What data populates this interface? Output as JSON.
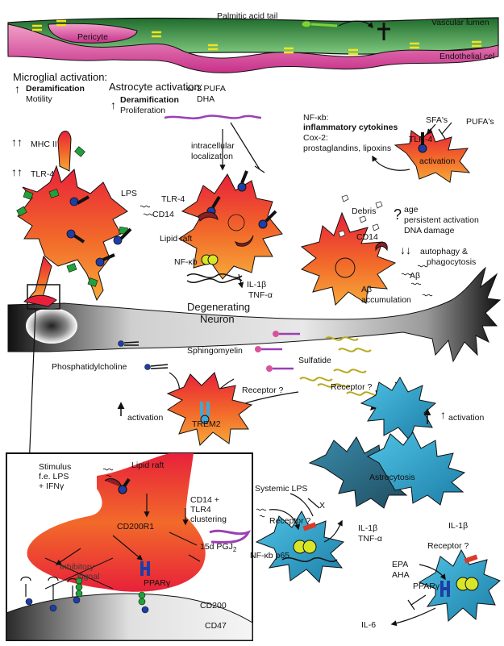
{
  "labels": {
    "palmitic_tail": "Palmitic acid tail",
    "vascular_lumen": "Vascular lumen",
    "pericyte": "Pericyte",
    "endothelial": "Endothelial cel",
    "microglial_activation": "Microglial activation:",
    "microglia_deramification": "Deramification",
    "microglia_motility": "Motility",
    "astrocyte_activation": "Astrocyte activation:",
    "astrocyte_deramification": "Deramification",
    "astrocyte_proliferation": "Proliferation",
    "omega3": "ω-3 PUFA",
    "dha": "DHA",
    "nfkb_header": "NF-κb:",
    "inflammatory": "inflammatory cytokines",
    "cox2": "Cox-2:",
    "prostaglandins": "prostaglandins, lipoxins",
    "sfas": "SFA's",
    "pufas": "PUFA's",
    "tlr4_right": "TLR-4",
    "activation_right": "activation",
    "mhc2": "MHC II",
    "tlr4_left": "TLR-4",
    "intracellular": "intracellular",
    "localization": "localization",
    "lps_top": "LPS",
    "tlr4_mid": "TLR-4",
    "cd14_mid": "CD14",
    "lipid_raft_mid": "Lipid raft",
    "nfkb_mid": "NF-κb",
    "il1b_mid": "IL-1β",
    "tnfa_mid": "TNF-α",
    "debris": "Debris",
    "age": "age",
    "persistent": "persistent activation",
    "dna_damage": "DNA damage",
    "cd14_right": "CD14",
    "autophagy": "autophagy &",
    "phagocytosis": "phagocytosis",
    "abeta_1": "Aβ",
    "abeta_2": "Aβ",
    "accumulation": "accumulation",
    "degenerating": "Degenerating",
    "neuron": "Neuron",
    "sphingomyelin": "Sphingomyelin",
    "sulfatide": "Sulfatide",
    "phosphatidylcholine": "Phosphatidylcholine",
    "receptor_q1": "Receptor ?",
    "receptor_q2": "Receptor ?",
    "trem2": "TREM2",
    "activation_left": "activation",
    "activation_astro": "activation",
    "astrocytosis": "Astrocytosis",
    "stimulus": "Stimulus",
    "fe_lps": "f.e. LPS",
    "ifng": "+ IFNγ",
    "lipid_raft_box": "Lipid raft",
    "cd14_tlr4": "CD14 +",
    "tlr4_box": "TLR4",
    "clustering": "clustering",
    "cd200r1": "CD200R1",
    "pgj2": "15d PGJ",
    "pgj2_sub": "2",
    "inhibitory": "Inhibitory",
    "signal": "signal",
    "ppar_box": "PPARγ",
    "cd200": "CD200",
    "cd47": "CD47",
    "systemic_lps": "Systemic LPS",
    "x_mark": "X",
    "receptor_q3": "Receptor ?",
    "il1b_low": "IL-1β",
    "tnfa_low": "TNF-α",
    "nfkb_p65": "NF-κb p65",
    "il1b_right": "IL-1β",
    "receptor_q4": "Receptor ?",
    "epa": "EPA",
    "aha": "AHA",
    "ppar_right": "PPARγ",
    "il6": "IL-6",
    "question_big": "?"
  },
  "colors": {
    "microglia_orange": "#f26a2a",
    "microglia_red": "#e8213a",
    "astro_teal": "#2b9fc4",
    "astro_dark": "#1f4d60",
    "vessel_pink": "#d9539b",
    "vessel_green": "#2e7d32",
    "lipid_purple": "#9b3fb5",
    "sulfatide_yellow": "#e3d23a",
    "receptor_blue": "#1d3ea8",
    "trem2_blue": "#3aa9dc",
    "receptor_red": "#d83a2a",
    "nucleus_yellow": "#d8e62a"
  }
}
